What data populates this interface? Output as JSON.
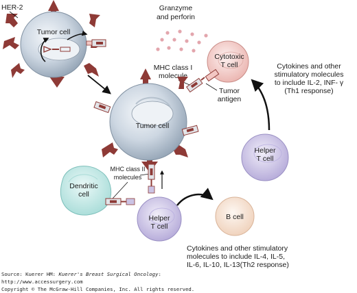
{
  "labels": {
    "her2": "HER-2",
    "tumor_cell_small": "Tumor cell",
    "granzyme_perforin": [
      "Granzyme",
      "and perforin"
    ],
    "cytotoxic_t_cell": [
      "Cytotoxic",
      "T cell"
    ],
    "mhc_class_i": [
      "MHC class I",
      "molecule"
    ],
    "tumor_antigen": [
      "Tumor",
      "antigen"
    ],
    "tumor_cell_large": "Tumor cell",
    "th1_text": [
      "Cytokines and other",
      "stimulatory molecules",
      "to include IL-2, INF- γ",
      "(Th1 response)"
    ],
    "helper_t_cell_right": [
      "Helper",
      "T cell"
    ],
    "mhc_class_ii": [
      "MHC class II",
      "molecules"
    ],
    "dendritic_cell": [
      "Dendritic",
      "cell"
    ],
    "helper_t_cell_bottom": [
      "Helper",
      "T cell"
    ],
    "b_cell": "B cell",
    "th2_text": [
      "Cytokines and other stimulatory",
      "molecules to include IL-4, IL-5,",
      "IL-6, IL-10, IL-13(Th2 response)"
    ]
  },
  "source": {
    "prefix": "Source: Kuerer HM: ",
    "book": "Kuerer's Breast Surgical Oncology",
    "suffix": ":",
    "url": "http://www.accessurgery.com",
    "copyright": "Copyright © The McGraw-Hill Companies, Inc. All rights reserved."
  },
  "colors": {
    "tumor_cell": "#c9d3de",
    "her2_receptor": "#8e3a36",
    "cytotoxic_cell": "#f3c7c3",
    "helper_cell": "#cbc3e4",
    "dendritic_cell": "#bfe6e3",
    "b_cell": "#f6e1d1",
    "granules": "#e3a6ad"
  }
}
